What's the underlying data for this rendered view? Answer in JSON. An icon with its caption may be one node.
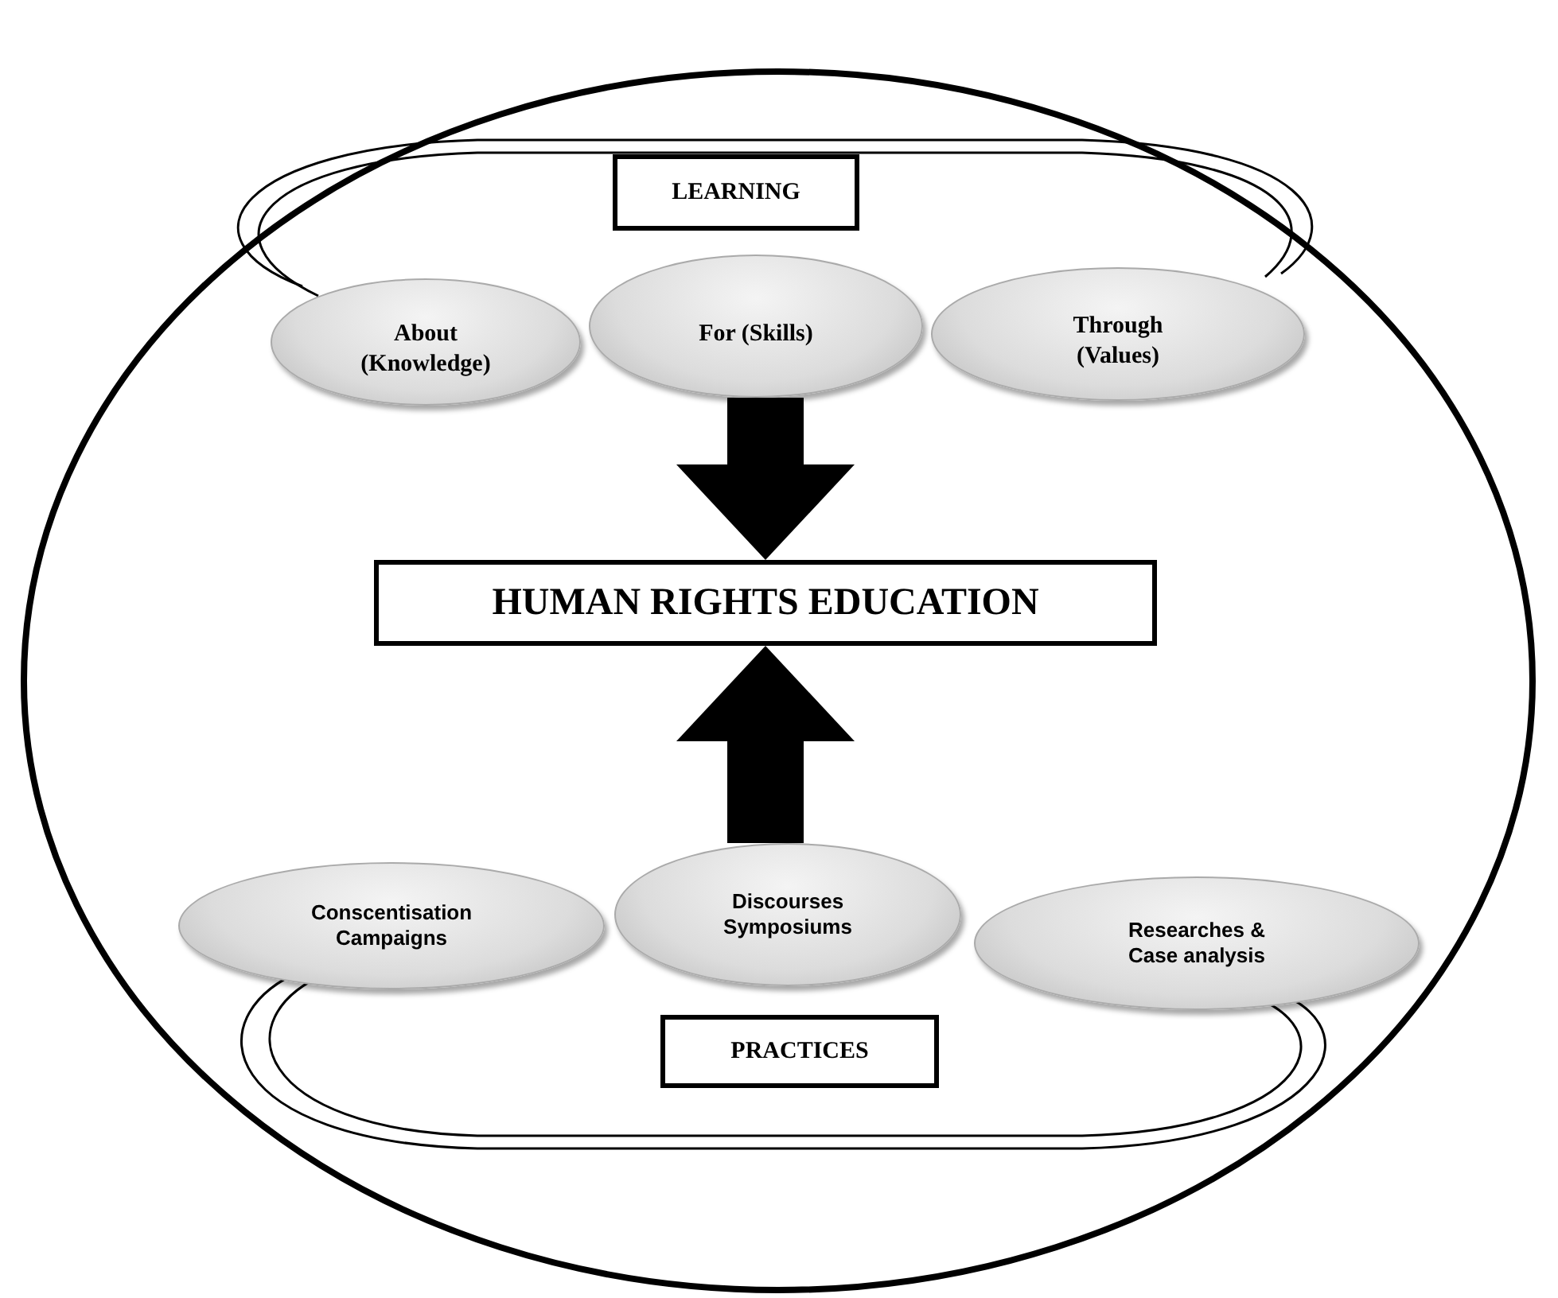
{
  "diagram": {
    "nodes": [
      {
        "text": [
          "LEARNING"
        ]
      },
      {
        "text": [
          "About (Knowledge)"
        ]
      },
      {
        "text": [
          "For (Skills)"
        ]
      },
      {
        "text": [
          "Through (Values)"
        ]
      },
      {
        "text": [
          "HUMAN RIGHTS EDUCATION"
        ]
      },
      {
        "text": [
          "Conscentisation Campaigns"
        ]
      },
      {
        "text": [
          "Discourses Symposiums"
        ]
      },
      {
        "text": [
          "Researches & Case analysis"
        ]
      },
      {
        "text": [
          "PRACTICES"
        ]
      }
    ],
    "edges": [
      {
        "from": 2,
        "to": 4,
        "arrow": "to"
      },
      {
        "from": 6,
        "to": 4,
        "arrow": "to"
      }
    ]
  }
}
